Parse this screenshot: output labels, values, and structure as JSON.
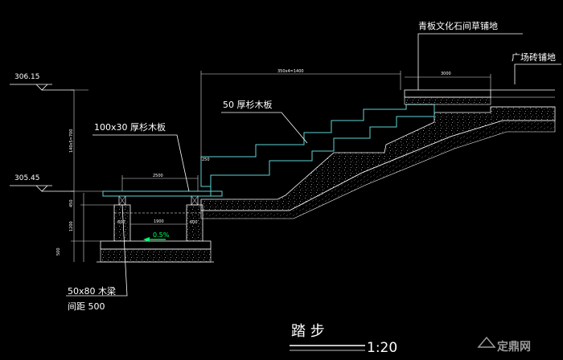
{
  "drawing": {
    "labels": {
      "stone_paving": "青板文化石间草铺地",
      "plaza_brick": "广场砖铺地",
      "fir_board_50": "50 厚杉木板",
      "fir_board_100x30": "100x30  厚杉木板",
      "beam_size": "50x80   木梁",
      "beam_spacing": "间距 500"
    },
    "elevations": {
      "upper": "306.15",
      "lower": "305.45"
    },
    "dimensions": {
      "steps_span": "350x4=1400",
      "stone_span": "3000",
      "deck_width": "2500",
      "footing_gap": "1900",
      "pad_left": "600",
      "pad_right": "600",
      "height_total": "140x5=700",
      "riser_top": "250",
      "gap_450": "450",
      "h_1200": "1200",
      "h_500": "500"
    },
    "slope": "0.5%",
    "title": {
      "name": "踏 步",
      "scale": "1:20"
    },
    "watermark": "定鼎网",
    "colors": {
      "background": "#000000",
      "structure": "#ffffff",
      "board": "#5fd3d3",
      "annotation": "#00ff66"
    }
  }
}
